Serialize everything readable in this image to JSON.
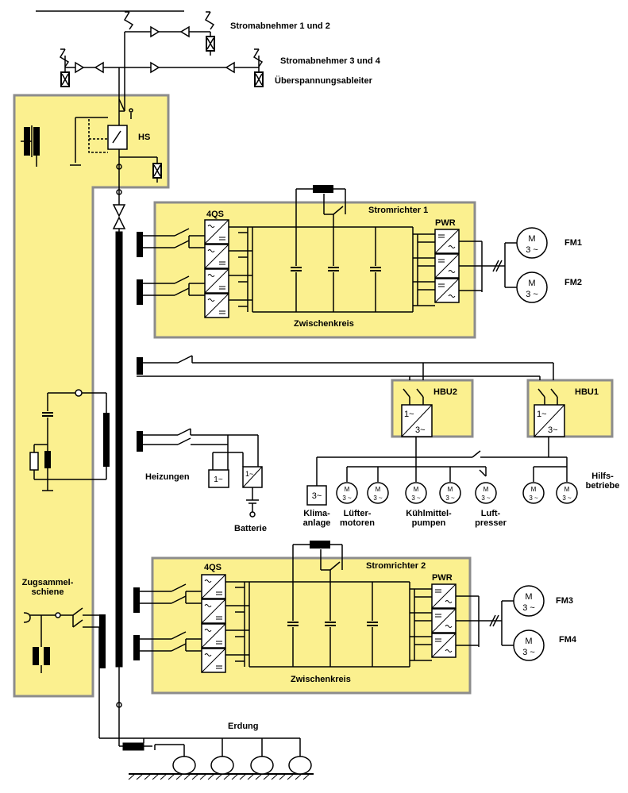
{
  "labels": {
    "pantograph_1_2": "Stromabnehmer 1 und 2",
    "pantograph_3_4": "Stromabnehmer 3 und 4",
    "surge_arrester": "Überspannungsableiter",
    "main_switch": "HS",
    "converter_1": "Stromrichter 1",
    "converter_2": "Stromrichter 2",
    "four_qs_1": "4QS",
    "four_qs_2": "4QS",
    "pwr_1": "PWR",
    "pwr_2": "PWR",
    "dc_link_1": "Zwischenkreis",
    "dc_link_2": "Zwischenkreis",
    "motor_fm1": "FM1",
    "motor_fm2": "FM2",
    "motor_fm3": "FM3",
    "motor_fm4": "FM4",
    "hbu1": "HBU1",
    "hbu2": "HBU2",
    "heating": "Heizungen",
    "battery": "Batterie",
    "air_conditioning": "Klima-\nanlage",
    "fan_motors": "Lüfter-\nmotoren",
    "coolant_pumps": "Kühlmittel-\npumpen",
    "air_compressor": "Luft-\npresser",
    "auxiliaries": "Hilfs-\nbetriebe",
    "train_busbar": "Zugsammel-\nschiene",
    "grounding": "Erdung"
  },
  "symbols": {
    "motor_letter": "M",
    "motor_phase": "3 ~",
    "conv_in_1ph": "1~",
    "conv_out_3ph": "3~",
    "three_phase_load": "3~",
    "battery_charger": "1~"
  },
  "colors": {
    "panel_fill": "#fbf08f",
    "panel_border": "#8c8c8c",
    "line": "#000000"
  }
}
